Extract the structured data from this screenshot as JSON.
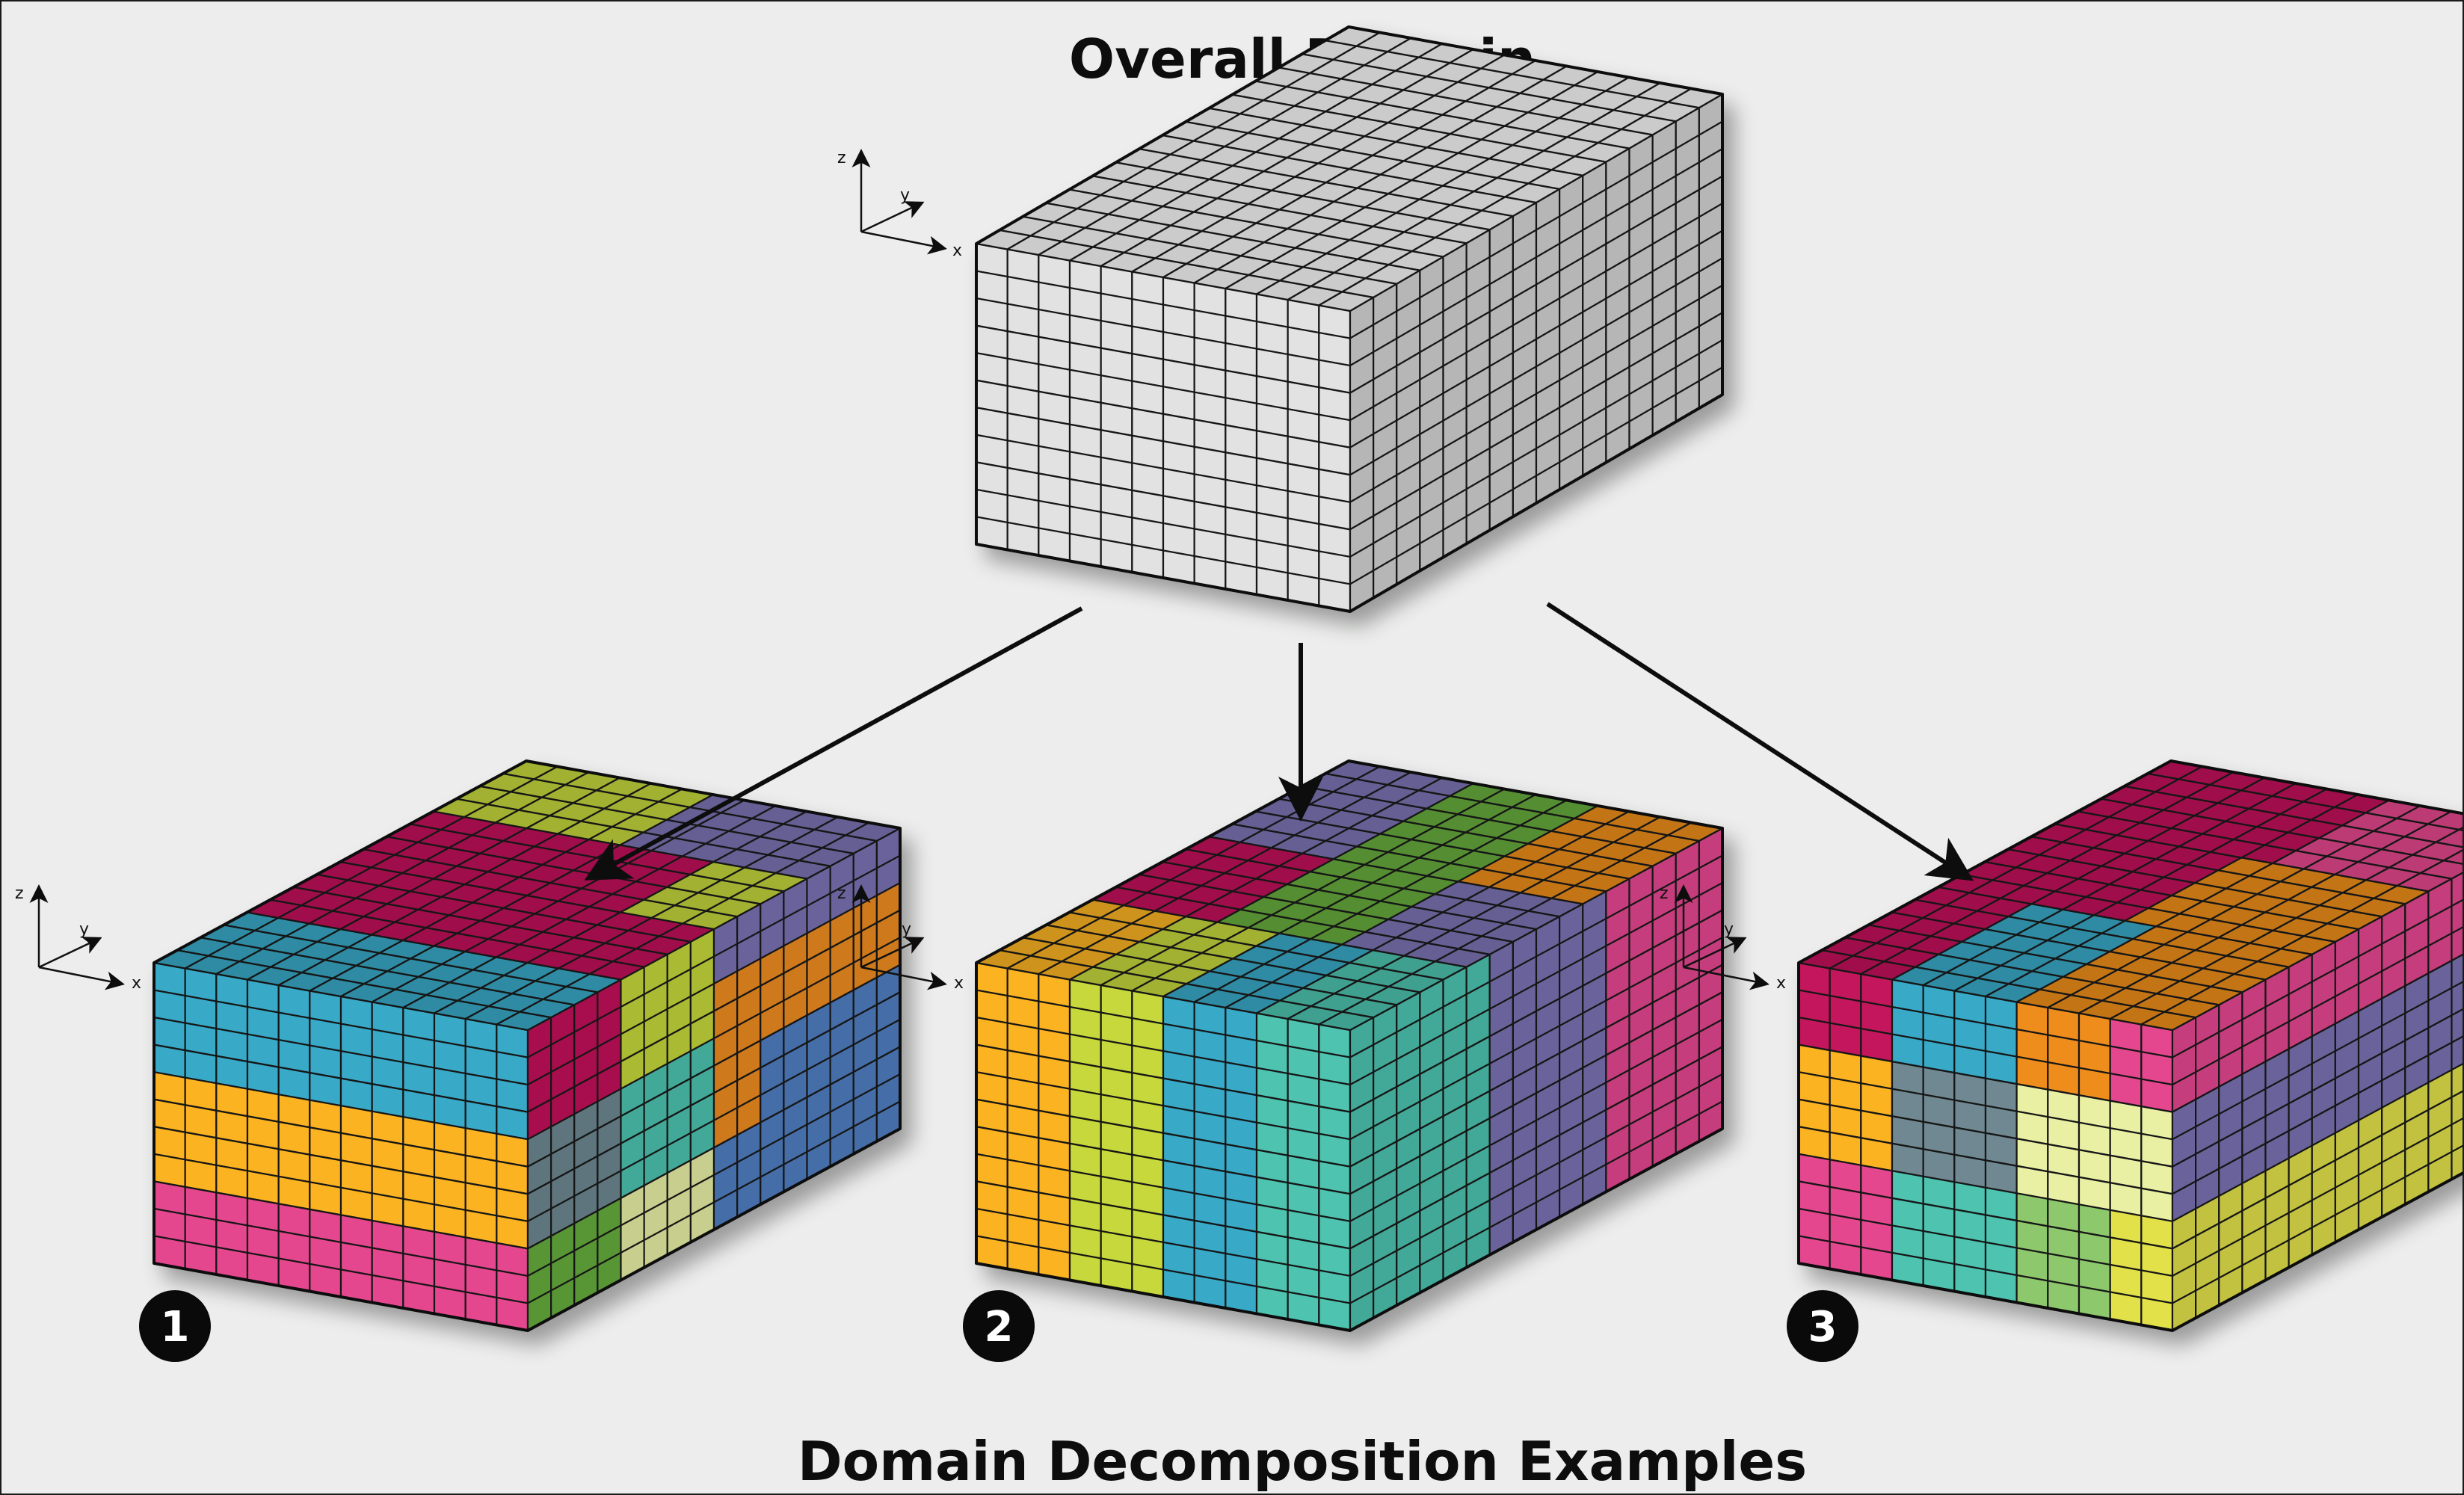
{
  "title": "Overall Domain",
  "subtitle": "Domain Decomposition Examples",
  "axes": {
    "x": "x",
    "y": "y",
    "z": "z"
  },
  "examples": [
    {
      "badge": "1"
    },
    {
      "badge": "2"
    },
    {
      "badge": "3"
    }
  ],
  "colors": {
    "background": "#ecedec",
    "grid_line": "#161616",
    "overall_front": "#e2e2e2",
    "overall_side": "#d4d4d4",
    "overall_top": "#eeeeee",
    "cyan": "#39a9c7",
    "yellow_orange": "#fbb322",
    "pink": "#e5478f",
    "crimson": "#c3145b",
    "slate": "#6f8891",
    "green": "#67ad3c",
    "lime": "#c6d83a",
    "purple": "#7b74b4",
    "orange": "#ee8d1e",
    "blue": "#4f7fc2",
    "teal": "#4ec3b0",
    "pale_yellow": "#e9f0a4",
    "yellow": "#e2e14a",
    "sea_green": "#8ec86d"
  }
}
